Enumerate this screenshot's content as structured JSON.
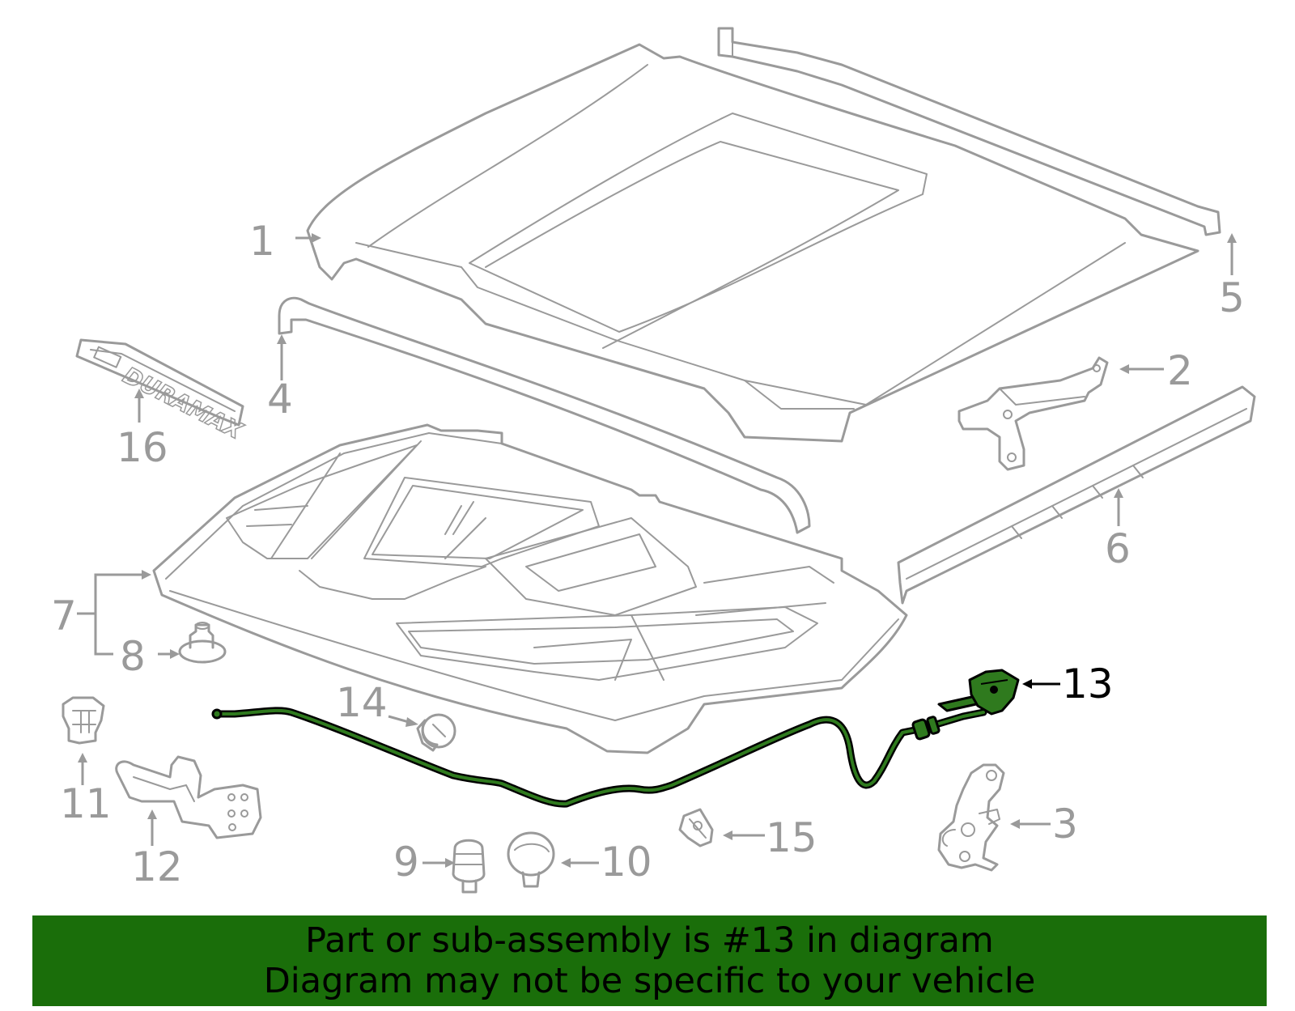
{
  "callouts": {
    "c1": "1",
    "c2": "2",
    "c3": "3",
    "c4": "4",
    "c5": "5",
    "c6": "6",
    "c7": "7",
    "c8": "8",
    "c9": "9",
    "c10": "10",
    "c11": "11",
    "c12": "12",
    "c13": "13",
    "c14": "14",
    "c15": "15",
    "c16": "16"
  },
  "emblem_text": "DURAMAX",
  "banner": {
    "line1": "Part or sub-assembly is #13 in diagram",
    "line2": "Diagram may not be specific to your vehicle"
  },
  "colors": {
    "part_outline": "#9a9a9a",
    "highlight": "#2f7a1e",
    "banner_bg": "#1a6e0a"
  },
  "highlighted_part": "13"
}
